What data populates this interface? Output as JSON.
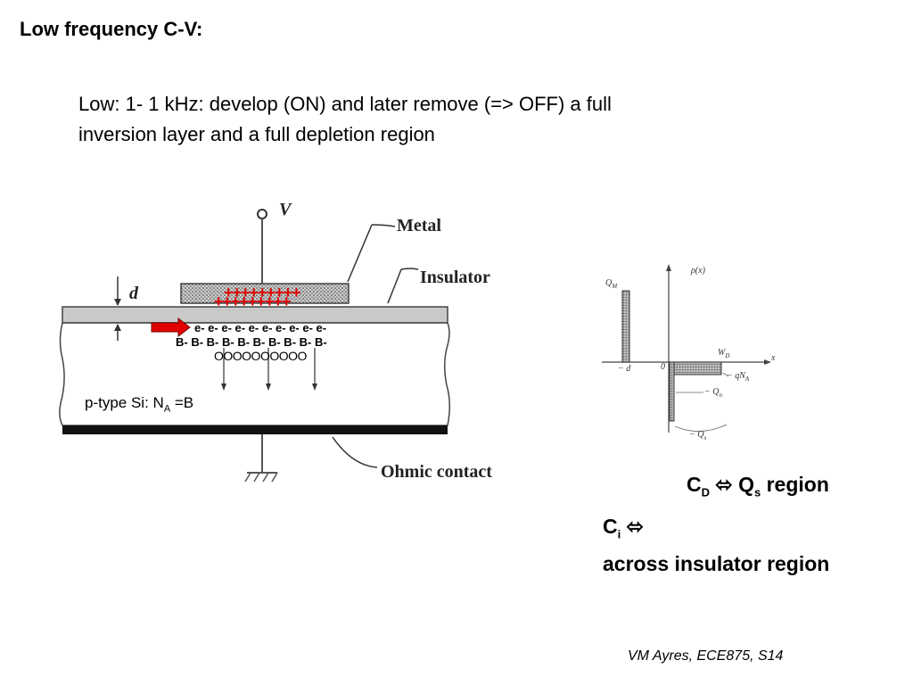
{
  "title": "Low frequency C-V:",
  "intro": {
    "line1": "Low: 1- 1 kHz: develop (ON) and later remove (=> OFF) a full",
    "line2": "inversion layer and a full depletion region"
  },
  "mos": {
    "v_label": "V",
    "d_label": "d",
    "metal_label": "Metal",
    "insulator_label": "Insulator",
    "ohmic_label": "Ohmic contact",
    "plus_row1": "+++++++++",
    "plus_row2": "+++++++++",
    "electrons": "e- e- e- e- e- e- e- e- e- e-",
    "acceptors": "B- B- B- B- B- B- B- B- B- B-",
    "holes": "OOOOOOOOOO",
    "ptype_prefix": "p-type Si: N",
    "ptype_sub": "A",
    "ptype_suffix": " =B",
    "arrow_color": "#e00000"
  },
  "charge_plot": {
    "y_axis": "ρ(x)",
    "x_axis": "x",
    "qm": "Q",
    "qm_sub": "M",
    "minus_d": "− d",
    "zero": "0",
    "wd": "W",
    "wd_sub": "D",
    "qna": "− qN",
    "qna_sub": "A",
    "qn": "− Q",
    "qn_sub": "n",
    "qs": "− Q",
    "qs_sub": "s"
  },
  "cd_line": {
    "c": "C",
    "c_sub": "D",
    "arrow": " ⬄ ",
    "q": "Q",
    "q_sub": "s",
    "rest": " region"
  },
  "ci_line": {
    "c": "C",
    "c_sub": "i",
    "arrow": " ⬄",
    "line2": "across insulator region"
  },
  "footer": "VM Ayres, ECE875, S14"
}
